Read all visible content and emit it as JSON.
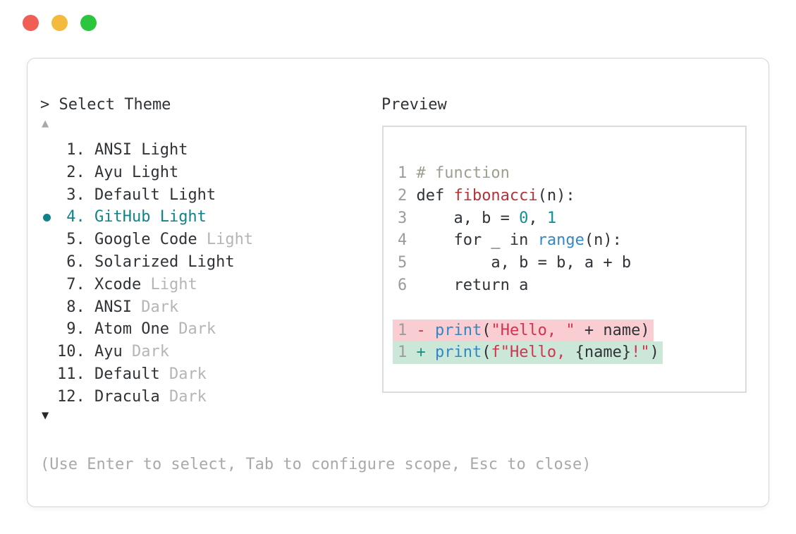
{
  "colors": {
    "text_dark": "#2f3337",
    "muted": "#b5b5b5",
    "gray": "#a9a9a9",
    "line_number": "#9b9b9b",
    "accent_teal": "#10838a",
    "comment": "#9aa18f",
    "function_red": "#b23439",
    "string_red": "#d23450",
    "keyword_blue": "#3287c4",
    "number_teal": "#0f8f9b",
    "diff_plus": "#17917f",
    "removed_bg": "#f9cdd1",
    "added_bg": "#cbe7d8",
    "traffic_red": "#f15e56",
    "traffic_yellow": "#f3ba3e",
    "traffic_green": "#2bc63e"
  },
  "selector": {
    "prompt": "> Select Theme",
    "up_glyph": "▲",
    "down_glyph": "▼",
    "hint": "(Use Enter to select, Tab to configure scope, Esc to close)",
    "items": [
      {
        "number": "1",
        "name": "ANSI",
        "suffix": "Light",
        "muted": false,
        "selected": false
      },
      {
        "number": "2",
        "name": "Ayu",
        "suffix": "Light",
        "muted": false,
        "selected": false
      },
      {
        "number": "3",
        "name": "Default",
        "suffix": "Light",
        "muted": false,
        "selected": false
      },
      {
        "number": "4",
        "name": "GitHub",
        "suffix": "Light",
        "muted": false,
        "selected": true
      },
      {
        "number": "5",
        "name": "Google Code",
        "suffix": "Light",
        "muted": true,
        "selected": false
      },
      {
        "number": "6",
        "name": "Solarized",
        "suffix": "Light",
        "muted": false,
        "selected": false
      },
      {
        "number": "7",
        "name": "Xcode",
        "suffix": "Light",
        "muted": true,
        "selected": false
      },
      {
        "number": "8",
        "name": "ANSI",
        "suffix": "Dark",
        "muted": true,
        "selected": false
      },
      {
        "number": "9",
        "name": "Atom One",
        "suffix": "Dark",
        "muted": true,
        "selected": false
      },
      {
        "number": "10",
        "name": "Ayu",
        "suffix": "Dark",
        "muted": true,
        "selected": false
      },
      {
        "number": "11",
        "name": "Default",
        "suffix": "Dark",
        "muted": true,
        "selected": false
      },
      {
        "number": "12",
        "name": "Dracula",
        "suffix": "Dark",
        "muted": true,
        "selected": false
      }
    ]
  },
  "preview": {
    "label": "Preview",
    "lines": [
      {
        "n": "1",
        "tokens": [
          [
            "# function",
            "comment"
          ]
        ]
      },
      {
        "n": "2",
        "tokens": [
          [
            "def ",
            "plain"
          ],
          [
            "fibonacci",
            "func"
          ],
          [
            "(n):",
            "plain"
          ]
        ]
      },
      {
        "n": "3",
        "tokens": [
          [
            "    a, b = ",
            "plain"
          ],
          [
            "0",
            "num"
          ],
          [
            ", ",
            "plain"
          ],
          [
            "1",
            "num"
          ]
        ]
      },
      {
        "n": "4",
        "tokens": [
          [
            "    for _ in ",
            "plain"
          ],
          [
            "range",
            "blue"
          ],
          [
            "(n):",
            "plain"
          ]
        ]
      },
      {
        "n": "5",
        "tokens": [
          [
            "        a, b = b, a + b",
            "plain"
          ]
        ]
      },
      {
        "n": "6",
        "tokens": [
          [
            "    return a",
            "plain"
          ]
        ]
      },
      {
        "n": "",
        "tokens": []
      },
      {
        "n": "1",
        "diff": "removed",
        "tokens": [
          [
            "- ",
            "minus"
          ],
          [
            "print",
            "blue"
          ],
          [
            "(",
            "plain"
          ],
          [
            "\"Hello, \"",
            "str"
          ],
          [
            " + name)",
            "plain"
          ]
        ]
      },
      {
        "n": "1",
        "diff": "added",
        "tokens": [
          [
            "+ ",
            "plus"
          ],
          [
            "print",
            "blue"
          ],
          [
            "(",
            "plain"
          ],
          [
            "f\"Hello, ",
            "str"
          ],
          [
            "{name}",
            "plain"
          ],
          [
            "!\"",
            "str"
          ],
          [
            ")",
            "plain"
          ]
        ]
      }
    ]
  }
}
